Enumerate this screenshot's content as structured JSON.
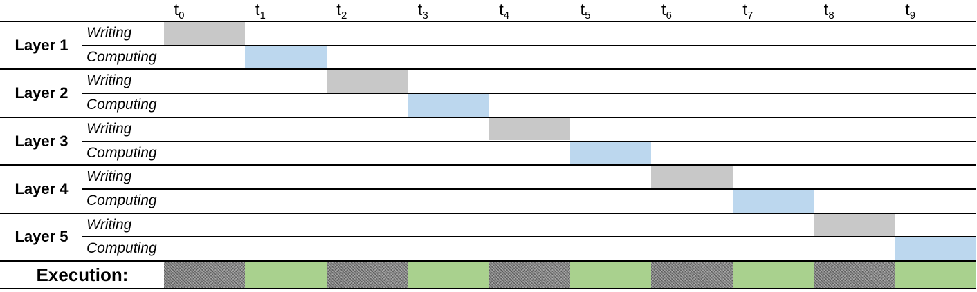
{
  "time_steps": [
    {
      "base": "t",
      "sub": "0"
    },
    {
      "base": "t",
      "sub": "1"
    },
    {
      "base": "t",
      "sub": "2"
    },
    {
      "base": "t",
      "sub": "3"
    },
    {
      "base": "t",
      "sub": "4"
    },
    {
      "base": "t",
      "sub": "5"
    },
    {
      "base": "t",
      "sub": "6"
    },
    {
      "base": "t",
      "sub": "7"
    },
    {
      "base": "t",
      "sub": "8"
    },
    {
      "base": "t",
      "sub": "9"
    }
  ],
  "layers": [
    {
      "label": "Layer 1",
      "writing_label": "Writing",
      "computing_label": "Computing",
      "writing_slot": 0,
      "computing_slot": 1
    },
    {
      "label": "Layer 2",
      "writing_label": "Writing",
      "computing_label": "Computing",
      "writing_slot": 2,
      "computing_slot": 3
    },
    {
      "label": "Layer 3",
      "writing_label": "Writing",
      "computing_label": "Computing",
      "writing_slot": 4,
      "computing_slot": 5
    },
    {
      "label": "Layer 4",
      "writing_label": "Writing",
      "computing_label": "Computing",
      "writing_slot": 6,
      "computing_slot": 7
    },
    {
      "label": "Layer 5",
      "writing_label": "Writing",
      "computing_label": "Computing",
      "writing_slot": 8,
      "computing_slot": 9
    }
  ],
  "execution": {
    "label": "Execution:",
    "slots": [
      "writing",
      "computing",
      "writing",
      "computing",
      "writing",
      "computing",
      "writing",
      "computing",
      "writing",
      "computing"
    ]
  },
  "colors": {
    "writing": "#c8c8c8",
    "computing": "#bcd7ee",
    "execution_writing": "#8a8a8a",
    "execution_computing": "#a9d18e"
  }
}
